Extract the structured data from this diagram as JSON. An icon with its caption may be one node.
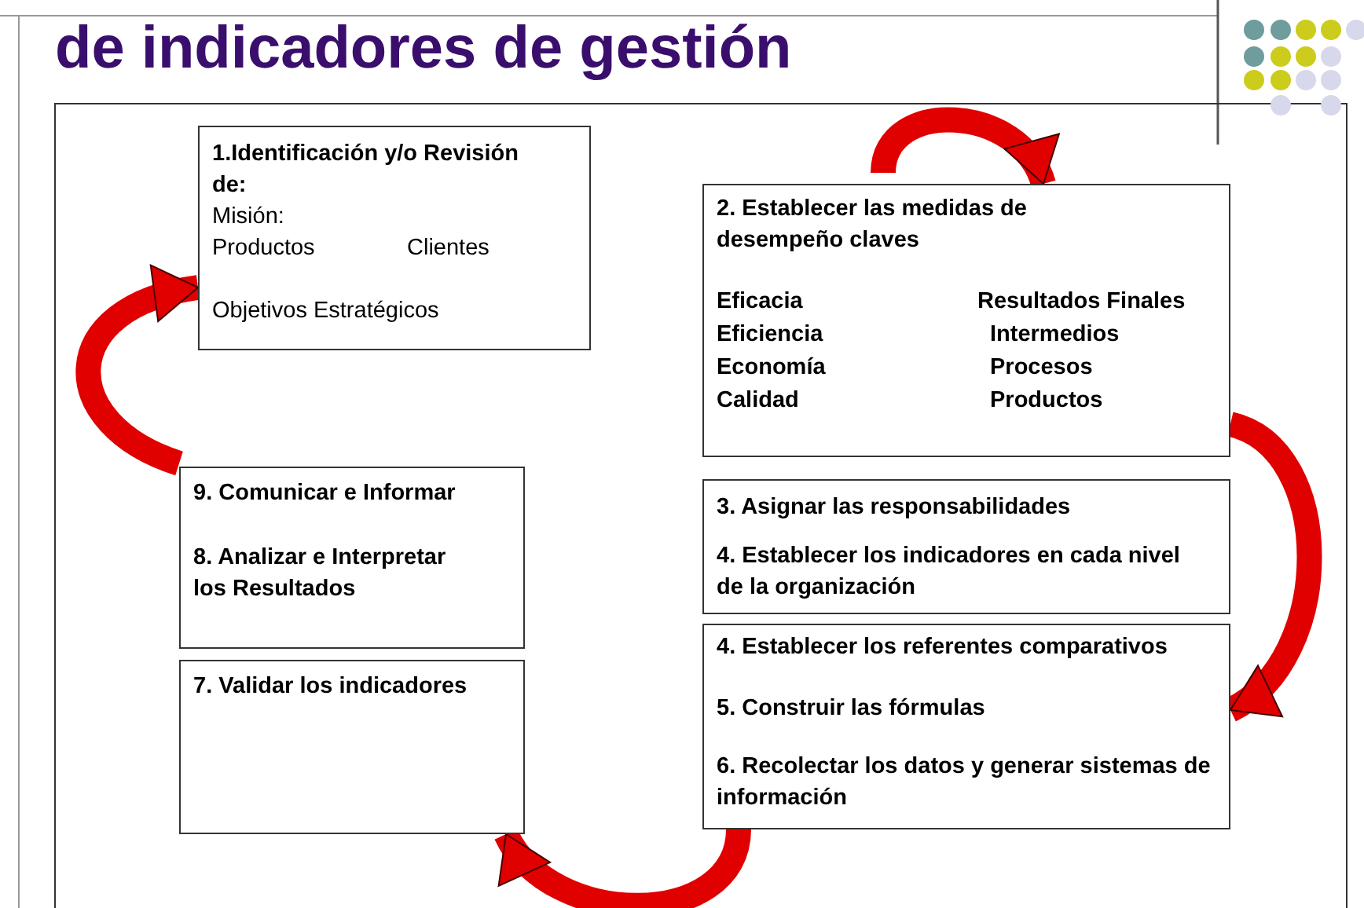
{
  "diagram": {
    "title": "de indicadores de gestión",
    "nodes": [
      {
        "text": [
          "1.**Identificación y/o  Revisión de:**",
          "Misión:",
          "Productos",
          "Clientes",
          "Objetivos Estratégicos"
        ]
      },
      {
        "text": [
          "2**. Establecer las medidas de desempeño claves**",
          "Eficacia",
          "Resultados Finales",
          "Eficiencia",
          "Intermedios",
          "Economía",
          "Procesos",
          "Calidad",
          "Productos"
        ]
      },
      {
        "text": [
          "3. Asignar las responsabilidades",
          "4. Establecer los indicadores en cada nivel de la organización"
        ]
      },
      {
        "text": [
          "4. Establecer los referentes comparativos",
          "5. Construir las fórmulas",
          "6. Recolectar los datos y generar sistemas de información"
        ]
      },
      {
        "text": [
          "9. Comunicar e Informar",
          "8. Analizar e Interpretar los Resultados"
        ]
      },
      {
        "text": [
          "7**. Validar los indicadores**"
        ]
      }
    ],
    "edges": [
      {
        "from": null,
        "to": 1,
        "arrow": "to"
      },
      {
        "from": 1,
        "to": 3,
        "arrow": "to"
      },
      {
        "from": 3,
        "to": 5,
        "arrow": "to"
      },
      {
        "from": 4,
        "to": 0,
        "arrow": "to"
      }
    ]
  }
}
